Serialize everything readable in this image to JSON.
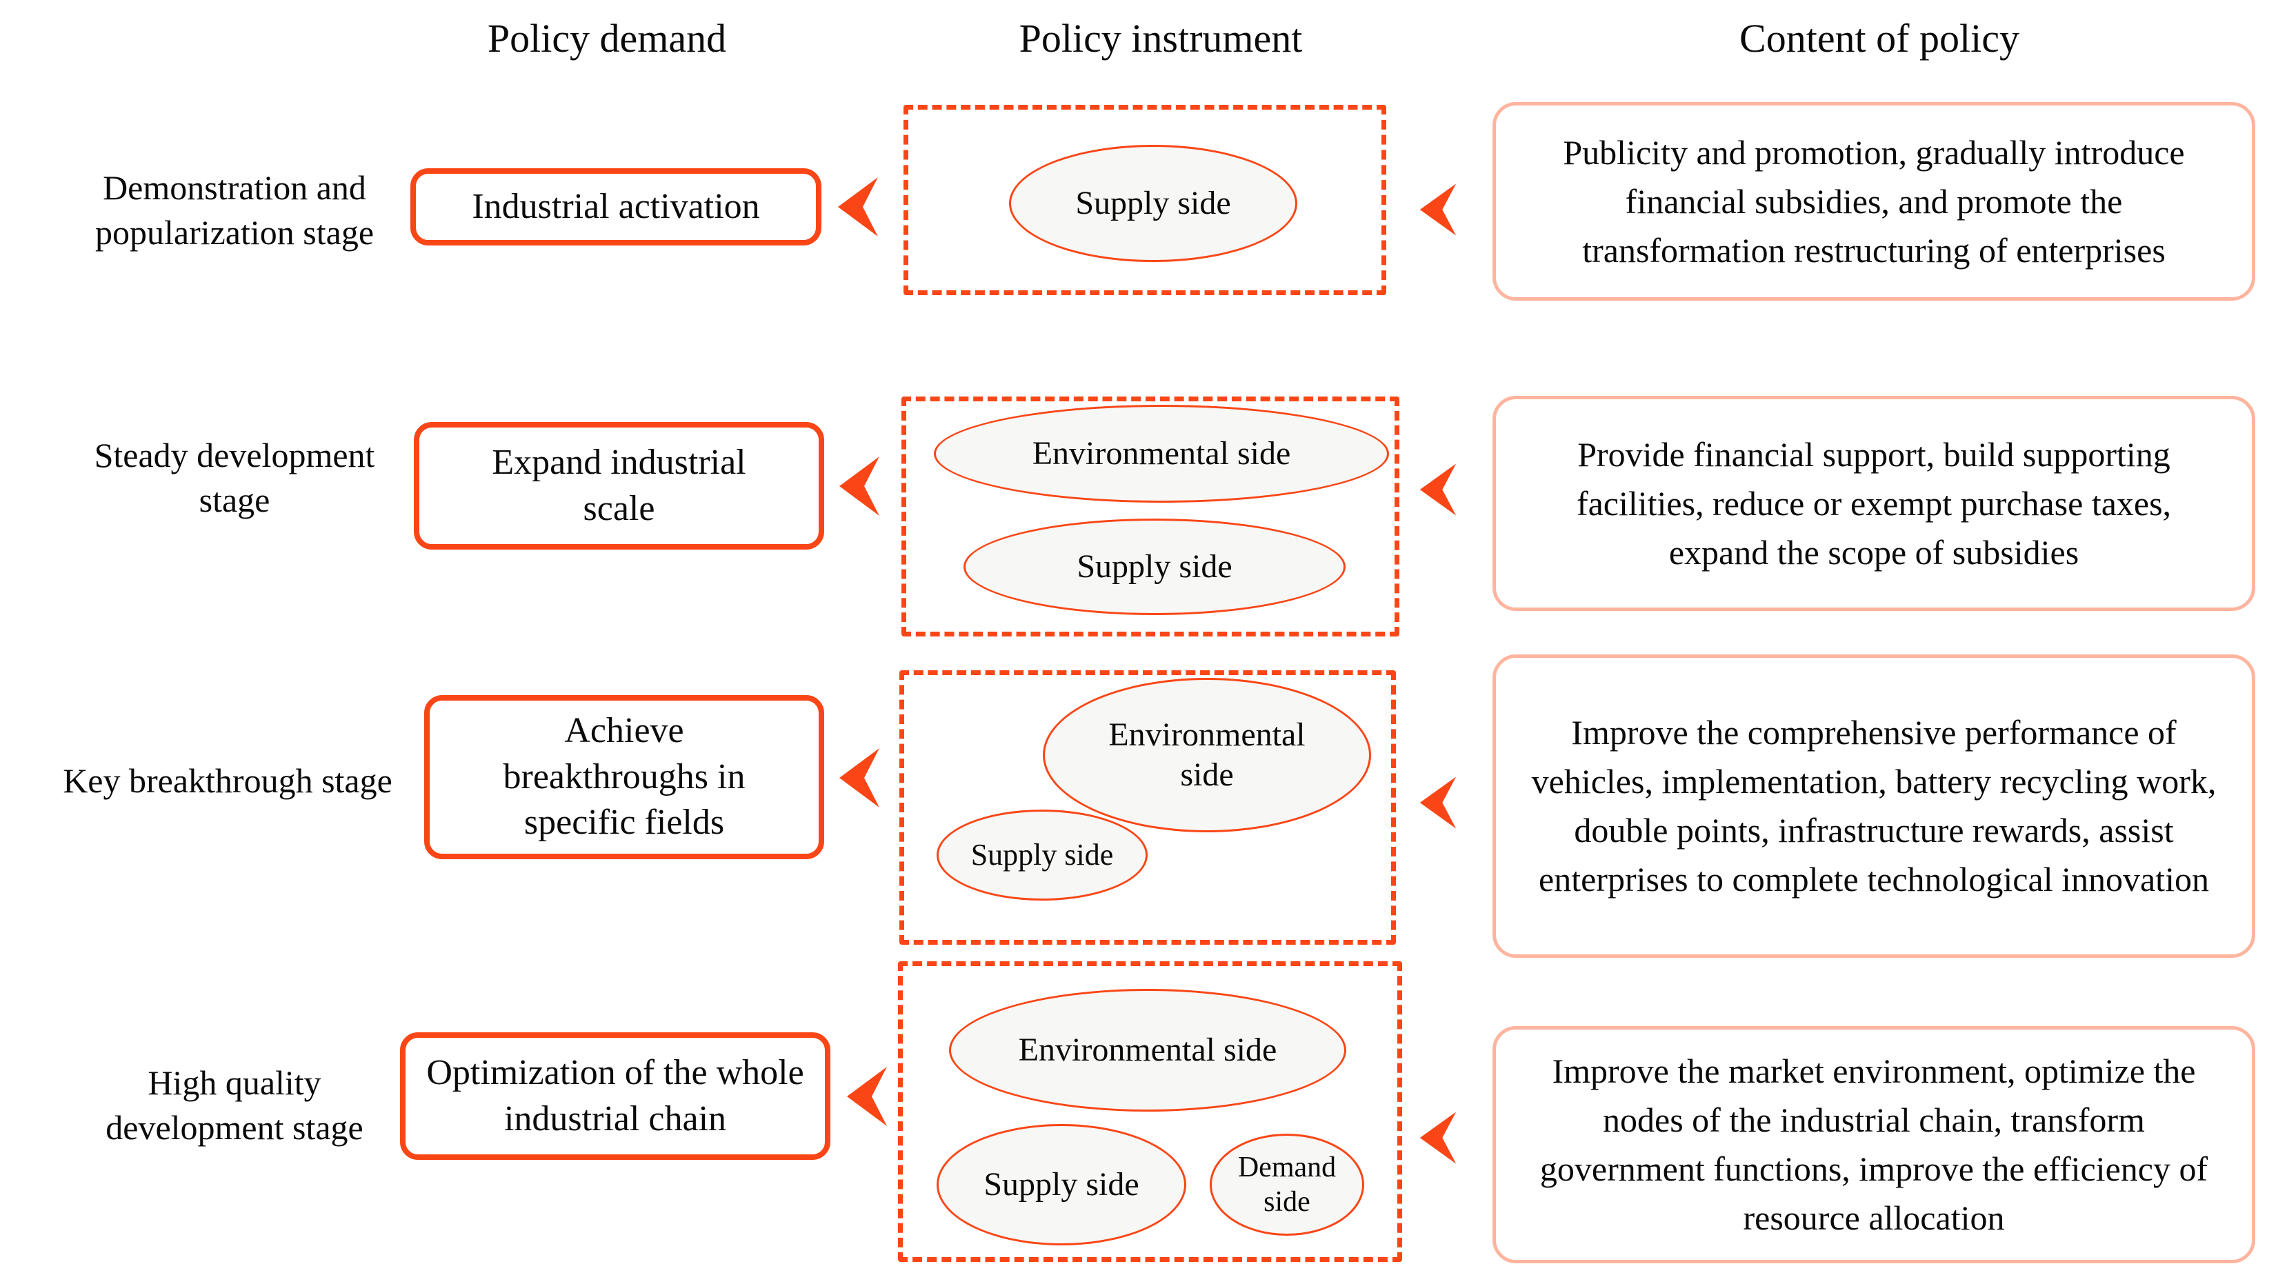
{
  "figure": {
    "headers": {
      "demand": "Policy demand",
      "instrument": "Policy instrument",
      "content": "Content of policy"
    },
    "colors": {
      "accent": "#fa4616",
      "content_border": "#ffb49e",
      "ellipse_fill": "#f7f7f5"
    },
    "icons": {
      "arrow": "chevron-left-icon"
    },
    "rows": [
      {
        "stage": "Demonstration and popularization stage",
        "demand": "Industrial activation",
        "instruments": [
          "Supply side"
        ],
        "content": "Publicity and promotion, gradually introduce financial subsidies, and promote the transformation restructuring of enterprises"
      },
      {
        "stage": "Steady development stage",
        "demand": "Expand industrial scale",
        "instruments": [
          "Environmental side",
          "Supply side"
        ],
        "content": "Provide financial support, build supporting facilities, reduce or exempt purchase taxes, expand the scope of subsidies"
      },
      {
        "stage": "Key breakthrough stage",
        "demand": "Achieve breakthroughs in specific fields",
        "instruments": [
          "Environmental side",
          "Supply side"
        ],
        "content": "Improve the comprehensive performance of vehicles, implementation, battery recycling work, double points, infrastructure rewards, assist enterprises to complete technological innovation"
      },
      {
        "stage": "High quality development stage",
        "demand": "Optimization of the whole industrial chain",
        "instruments": [
          "Environmental side",
          "Supply side",
          "Demand side"
        ],
        "content": "Improve the market environment, optimize the nodes of the industrial chain, transform government functions, improve the efficiency of resource allocation"
      }
    ]
  }
}
